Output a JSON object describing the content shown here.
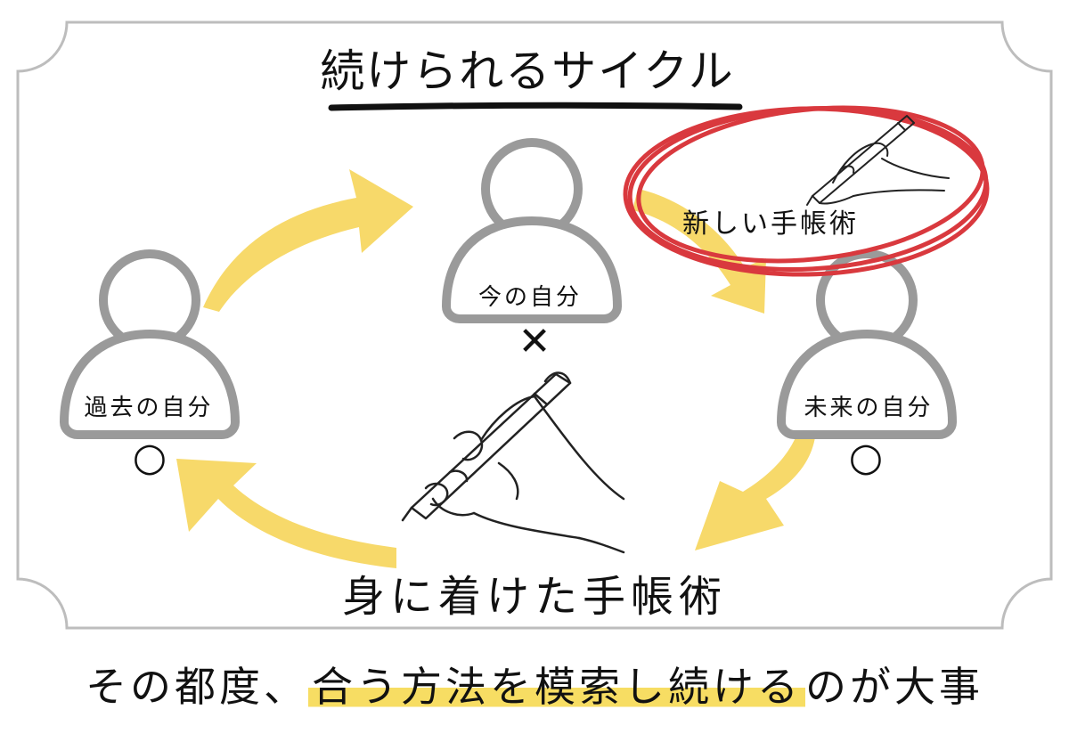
{
  "title": "続けられるサイクル",
  "people": {
    "past": {
      "label": "過去の自分",
      "mark": "○"
    },
    "now": {
      "label": "今の自分",
      "mark": "✕"
    },
    "future": {
      "label": "未来の自分",
      "mark": "○"
    }
  },
  "new_technique": "新しい手帳術",
  "acquired_technique": "身に着けた手帳術",
  "caption": {
    "before": "その都度、",
    "highlight": "合う方法を模索し続ける",
    "after": "のが大事"
  },
  "colors": {
    "arrow": "#f7d96a",
    "circle": "#d9393e",
    "person": "#9a9a9a",
    "highlight": "#f7dd63",
    "frame": "#bdbdbd"
  },
  "icons": [
    "hand-pen-icon",
    "hand-pen-small-icon"
  ]
}
